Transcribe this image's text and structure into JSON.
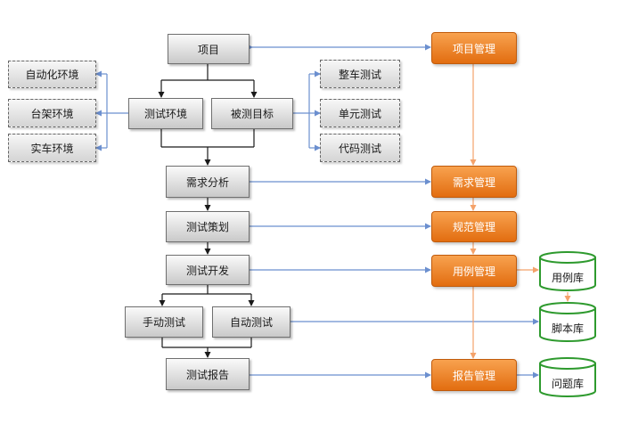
{
  "colors": {
    "wire_blue": "#6b8fcf",
    "wire_black": "#1a1a1a",
    "wire_orange": "#f4a26a",
    "orange_box": "#ee8a2e",
    "db_green": "#2e9a2e"
  },
  "left": {
    "project": "项目",
    "test_env": "测试环境",
    "target": "被测目标",
    "requirement_analysis": "需求分析",
    "test_planning": "测试策划",
    "test_development": "测试开发",
    "manual_test": "手动测试",
    "auto_test": "自动测试",
    "test_report": "测试报告"
  },
  "environments": [
    "自动化环境",
    "台架环境",
    "实车环境"
  ],
  "targets": [
    "整车测试",
    "单元测试",
    "代码测试"
  ],
  "management": {
    "project_mgmt": "项目管理",
    "requirement_mgmt": "需求管理",
    "spec_mgmt": "规范管理",
    "case_mgmt": "用例管理",
    "report_mgmt": "报告管理"
  },
  "databases": {
    "case_lib": "用例库",
    "script_lib": "脚本库",
    "issue_lib": "问题库"
  }
}
